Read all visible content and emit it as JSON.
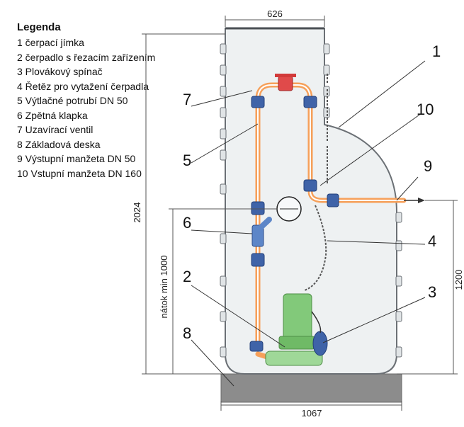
{
  "legend": {
    "title": "Legenda",
    "items": [
      "1 čerpací jímka",
      "2 čerpadlo s řezacím zařízením",
      "3 Plovákový spínač",
      "4 Řetěz pro vytažení čerpadla",
      "5 Výtlačné potrubí DN 50",
      "6 Zpětná klapka",
      "7 Uzavírací ventil",
      "8 Základová deska",
      "9 Výstupní manžeta DN 50",
      "10 Vstupní manžeta DN 160"
    ]
  },
  "dimensions": {
    "top_width": "626",
    "total_height": "2024",
    "inflow": "nátok  min 1000",
    "right_height": "1200",
    "base_width": "1067"
  },
  "callouts": [
    "1",
    "2",
    "3",
    "4",
    "5",
    "6",
    "7",
    "8",
    "9",
    "10"
  ],
  "colors": {
    "tank_fill": "#eef1f2",
    "tank_stroke": "#6b7075",
    "pipe": "#f6a05a",
    "coupling": "#3f63a8",
    "pump": "#82c97a",
    "valve": "#e04a4a",
    "base": "#8c8c8c"
  }
}
